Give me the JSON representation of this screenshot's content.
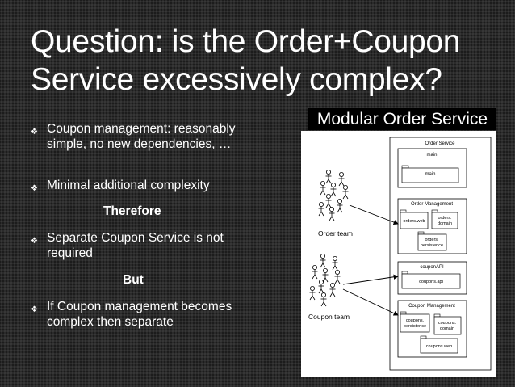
{
  "slide": {
    "title": "Question: is the Order+Coupon Service excessively complex?",
    "bullets": [
      "Coupon management: reasonably simple, no new dependencies, …",
      "Minimal additional complexity",
      "Separate Coupon Service is not required",
      "If Coupon management becomes complex then separate"
    ],
    "therefore": "Therefore",
    "but": "But"
  },
  "diagram": {
    "label": "Modular Order Service",
    "order_team": "Order team",
    "coupon_team": "Coupon team",
    "order_service": "Order Service",
    "main_group": "main",
    "main_module": "main",
    "order_management": "Order Management",
    "orders_web": "orders.web",
    "orders_domain_1": "orders.",
    "orders_domain_2": "domain",
    "orders_persistence_1": "orders.",
    "orders_persistence_2": "persistence",
    "coupon_api_group": "couponAPI",
    "coupons_api": "coupons.api",
    "coupon_management": "Coupon Management",
    "coupons_persistence_1": "coupons.",
    "coupons_persistence_2": "persistence",
    "coupons_domain_1": "coupons.",
    "coupons_domain_2": "domain",
    "coupons_web": "coupons.web"
  }
}
